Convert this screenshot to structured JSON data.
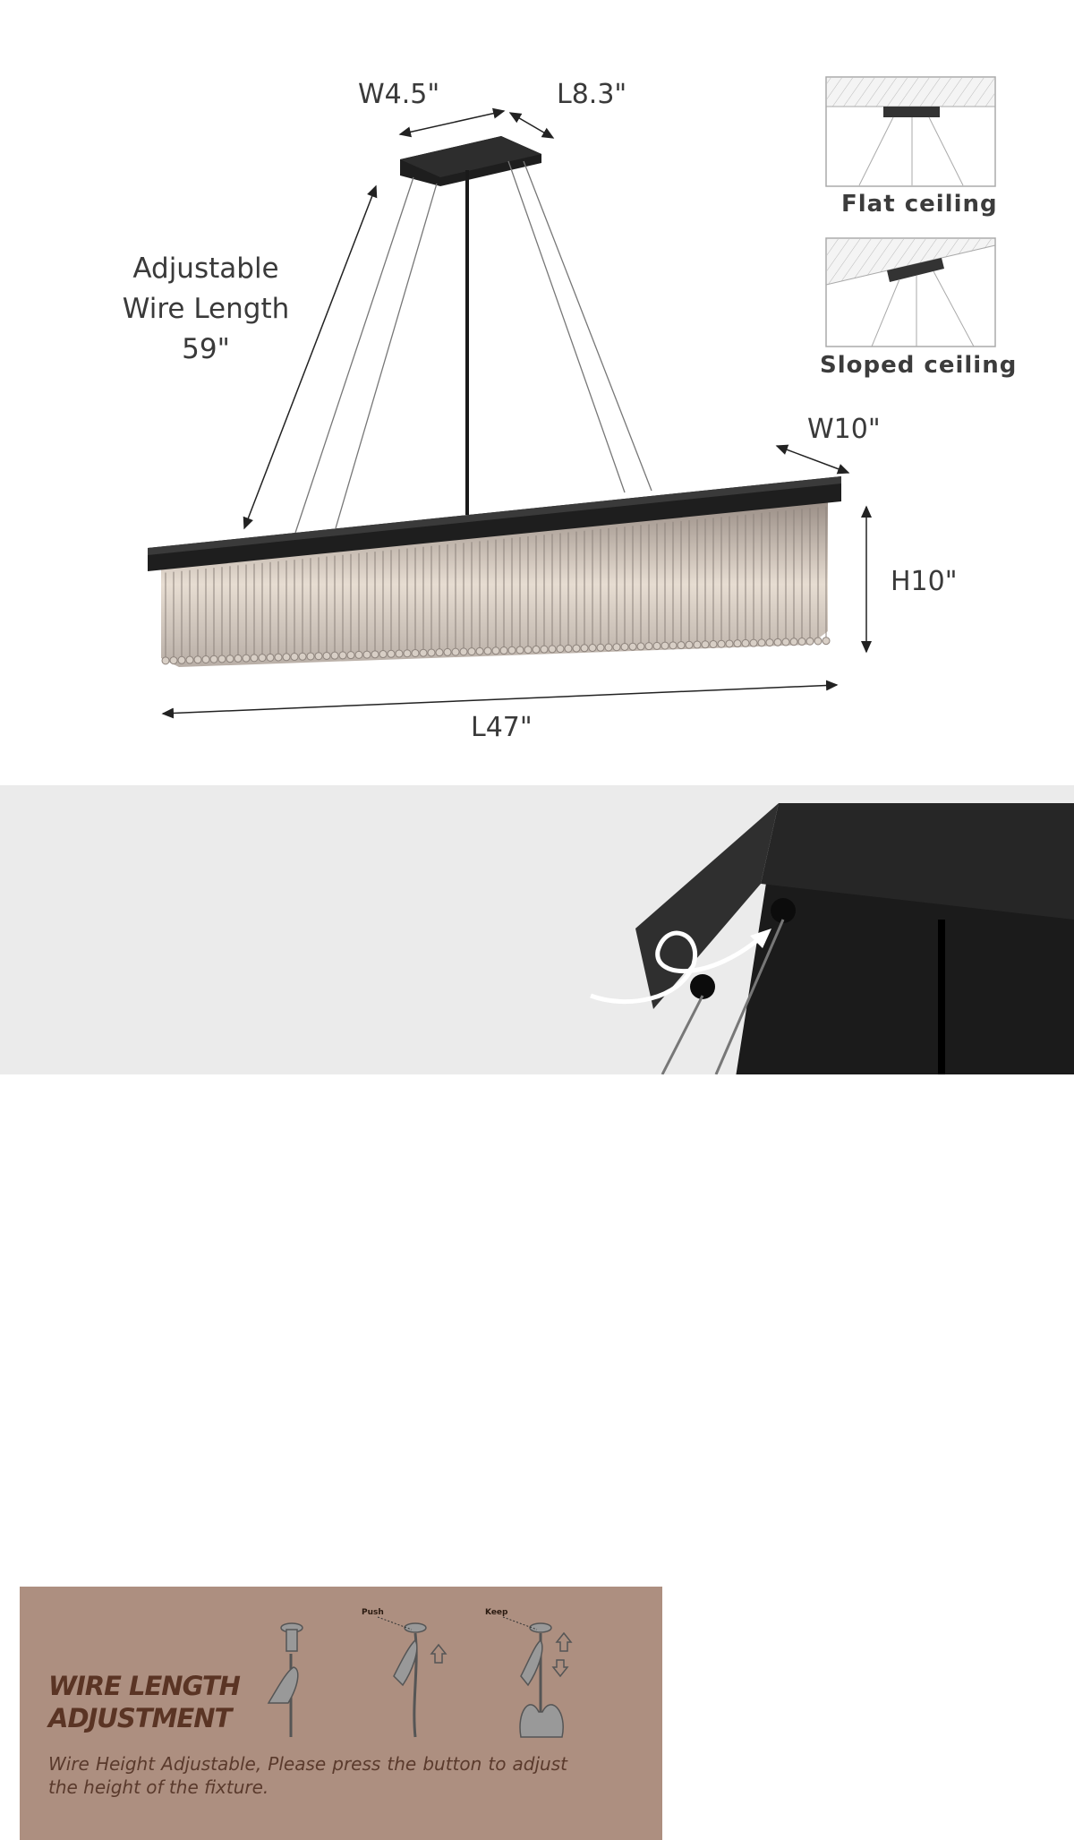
{
  "dimensions": {
    "canopy_width": "W4.5\"",
    "canopy_length": "L8.3\"",
    "wire_length": [
      "Adjustable",
      "Wire Length",
      "59\""
    ],
    "fixture_width": "W10\"",
    "fixture_height": "H10\"",
    "fixture_length": "L47\""
  },
  "ceiling_types": {
    "flat": "Flat ceiling",
    "sloped": "Sloped ceiling"
  },
  "adjustment_panel": {
    "title_line1": "WIRE LENGTH",
    "title_line2": "ADJUSTMENT",
    "step_push": "Push",
    "step_keep": "Keep",
    "description": "Wire Height Adjustable, Please press the button to adjust the height of the fixture."
  },
  "colors": {
    "panel": "#ad8f80",
    "panel_title": "#5a3424",
    "fixture": "#1e1e1e",
    "band": "#ebebeb"
  }
}
